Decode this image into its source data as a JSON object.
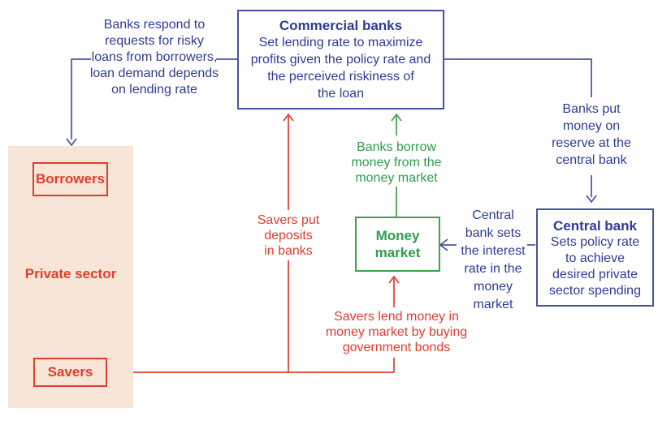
{
  "title": "Banks, money market and the central bank diagram",
  "colors": {
    "blue": "#2e3b96",
    "blue_line": "#4752a3",
    "red": "#e23c2d",
    "green": "#3da04a",
    "private_sector_bg": "#f7e6d7",
    "background": "#ffffff"
  },
  "boxes": {
    "commercial_banks": {
      "title": "Commercial banks",
      "body": "Set lending rate to maximize\nprofits given the policy rate and\nthe perceived riskiness of\nthe loan"
    },
    "central_bank": {
      "title": "Central bank",
      "body": "Sets policy rate\nto achieve\ndesired private\nsector spending"
    },
    "money_market": {
      "label": "Money\nmarket"
    },
    "private_sector": {
      "label": "Private sector",
      "borrowers_label": "Borrowers",
      "savers_label": "Savers"
    }
  },
  "notes": {
    "banks_respond": "Banks respond to\nrequests for risky\nloans from borrowers,\nloan demand depends\non lending rate",
    "savers_deposits": "Savers put\ndeposits\nin banks",
    "banks_borrow": "Banks borrow\nmoney from the\nmoney market",
    "banks_reserve": "Banks put\nmoney on\nreserve at the\ncentral bank",
    "central_bank_sets": "Central\nbank sets\nthe interest\nrate in the\nmoney\nmarket",
    "savers_lend": "Savers lend money in\nmoney market by buying\ngovernment bonds"
  }
}
